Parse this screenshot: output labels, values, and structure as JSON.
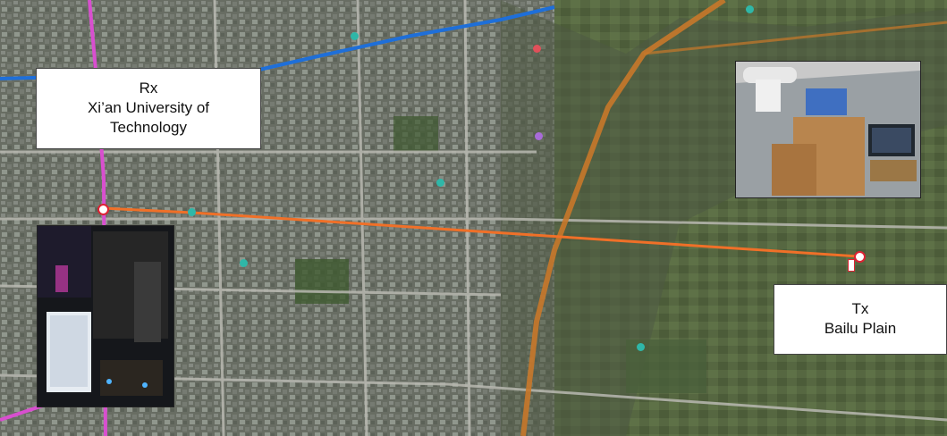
{
  "map": {
    "style": "satellite",
    "link_color": "#f07028",
    "route_colors": {
      "expressway": "#1e6fd9",
      "metro": "#d84fcf",
      "ring_road": "#c8782a"
    }
  },
  "rx": {
    "name": "Rx",
    "location_line1": "Xi’an University of",
    "location_line2": "Technology"
  },
  "tx": {
    "name": "Tx",
    "location": "Bailu Plain"
  },
  "icons": [
    "map-marker-icon",
    "poi-icon"
  ]
}
